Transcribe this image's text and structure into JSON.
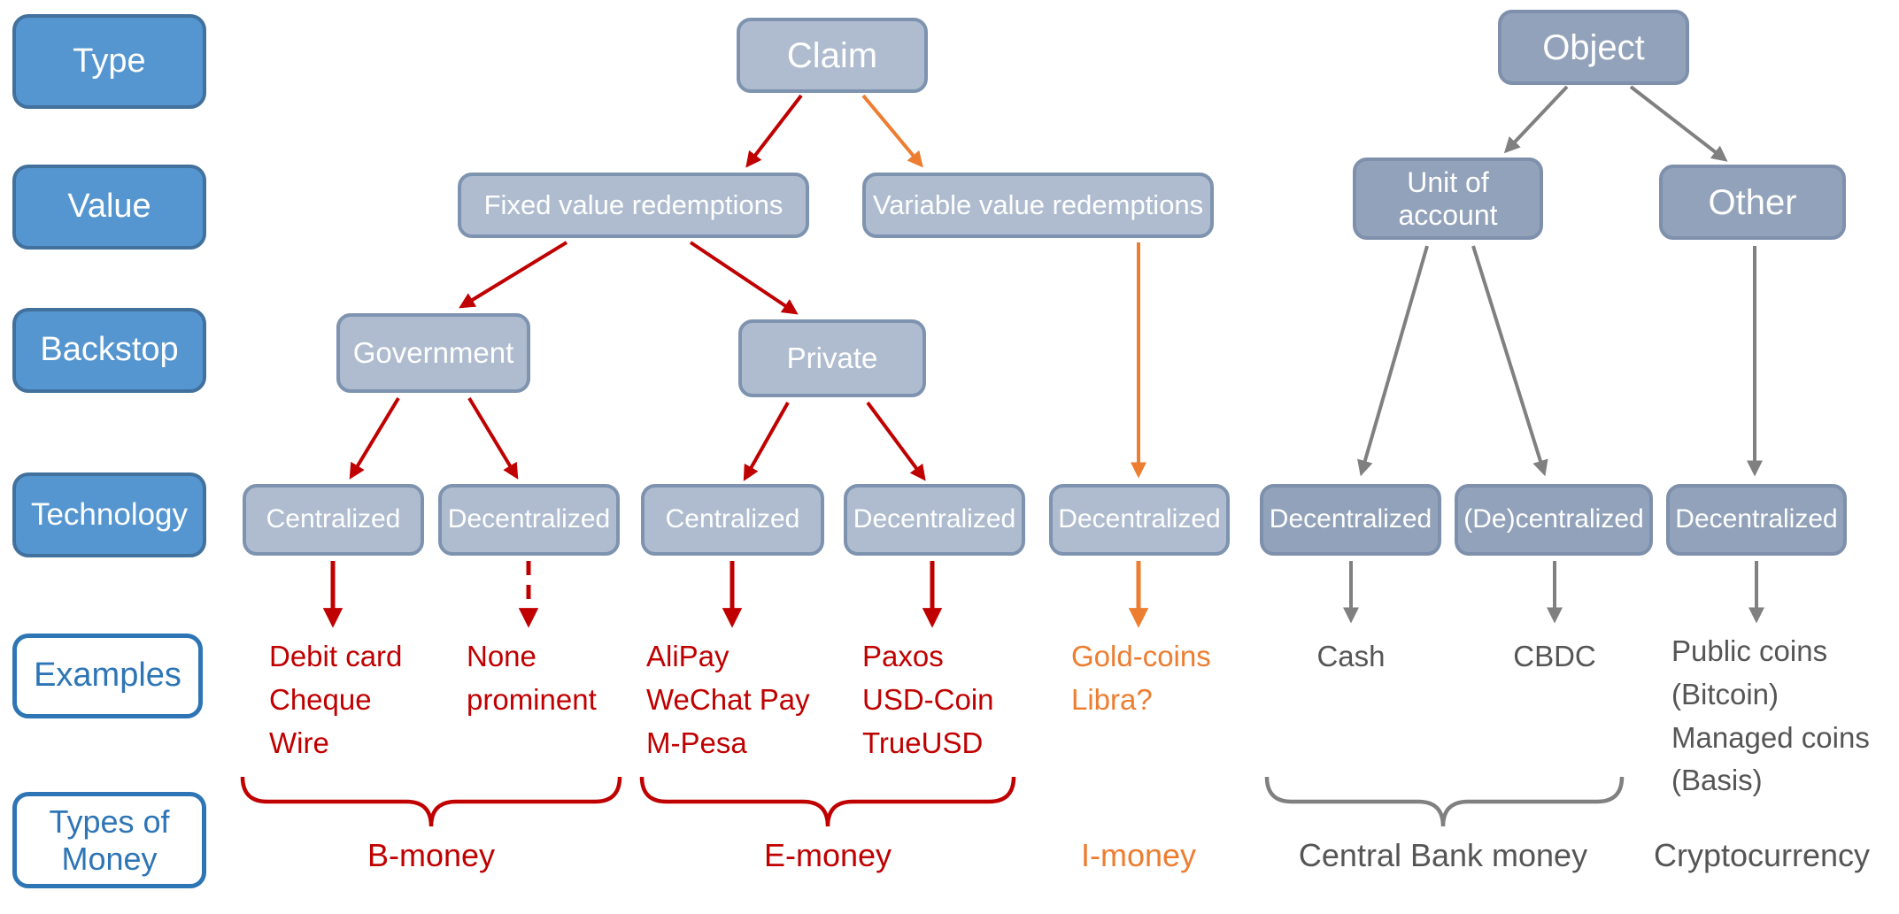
{
  "colors": {
    "red": "#C00000",
    "orange": "#ED7D31",
    "arrow_gray": "#808080",
    "label_blue_fill": "#5596D0",
    "outline_blue": "#2E75B6",
    "node_light": "#AFBCCF",
    "node_dark": "#92A2BA"
  },
  "row_labels": {
    "type": "Type",
    "value": "Value",
    "backstop": "Backstop",
    "technology": "Technology",
    "examples": "Examples",
    "types_of_money": "Types of\nMoney"
  },
  "nodes": {
    "claim": "Claim",
    "object": "Object",
    "fixed_value": "Fixed value redemptions",
    "variable_value": "Variable value redemptions",
    "unit_of_account": "Unit of\naccount",
    "other": "Other",
    "government": "Government",
    "private": "Private",
    "tech_1": "Centralized",
    "tech_2": "Decentralized",
    "tech_3": "Centralized",
    "tech_4": "Decentralized",
    "tech_5": "Decentralized",
    "tech_6": "Decentralized",
    "tech_7": "(De)centralized",
    "tech_8": "Decentralized"
  },
  "examples": {
    "b_centralized": "Debit card\nCheque\nWire",
    "b_decentralized": "None\nprominent",
    "e_centralized": "AliPay\nWeChat Pay\nM-Pesa",
    "e_decentralized": "Paxos\nUSD-Coin\nTrueUSD",
    "i_decentralized": "Gold-coins\nLibra?",
    "cash": "Cash",
    "cbdc": "CBDC",
    "crypto": "Public coins\n(Bitcoin)\nManaged coins\n(Basis)"
  },
  "money_types": {
    "b_money": "B-money",
    "e_money": "E-money",
    "i_money": "I-money",
    "central_bank": "Central Bank money",
    "cryptocurrency": "Cryptocurrency"
  }
}
